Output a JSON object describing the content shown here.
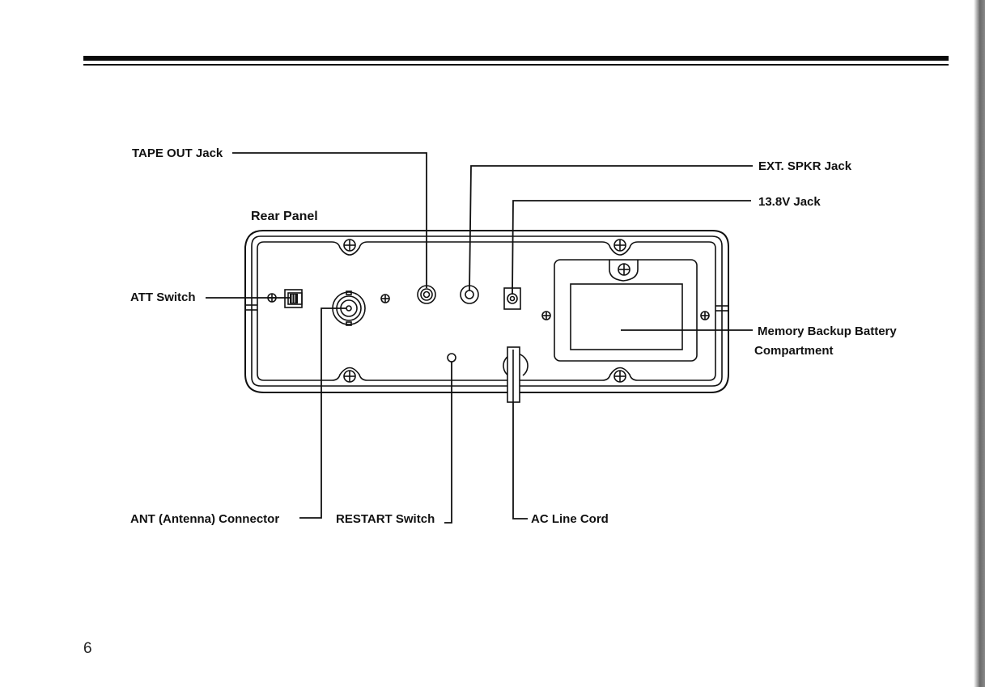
{
  "page": {
    "number": "6"
  },
  "diagram": {
    "title": "Rear Panel",
    "callouts": {
      "tape_out": "TAPE OUT Jack",
      "ext_spkr": "EXT. SPKR Jack",
      "dc_jack": "13.8V Jack",
      "att_switch": "ATT Switch",
      "battery_line1": "Memory Backup Battery",
      "battery_line2": "Compartment",
      "ant": "ANT (Antenna) Connector",
      "restart": "RESTART Switch",
      "ac_cord": "AC Line Cord"
    }
  }
}
